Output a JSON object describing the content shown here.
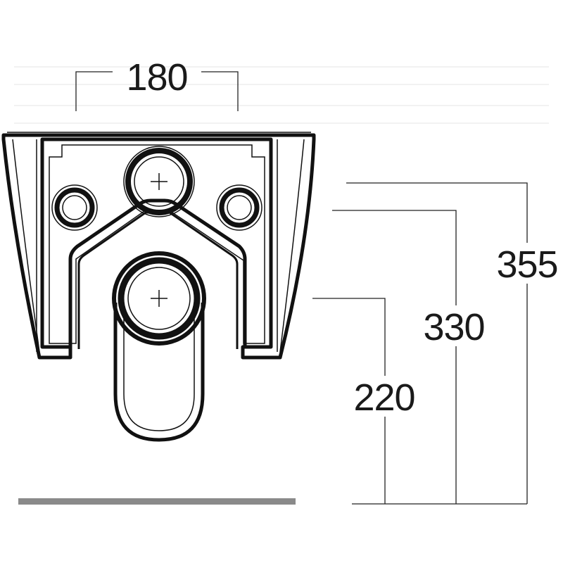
{
  "drawing": {
    "dimensions": {
      "width": "180",
      "height_outlet": "220",
      "height_mid": "330",
      "height_top": "355"
    }
  }
}
